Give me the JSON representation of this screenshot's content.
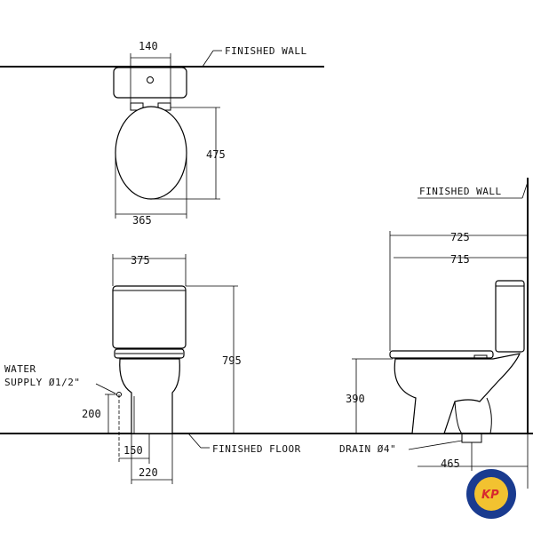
{
  "labels": {
    "finished_wall_top": "FINISHED  WALL",
    "finished_wall_side": "FINISHED  WALL",
    "finished_floor": "FINISHED  FLOOR",
    "water_supply_line1": "WATER",
    "water_supply_line2": "SUPPLY Ø1/2\"",
    "drain": "DRAIN Ø4\""
  },
  "dimensions": {
    "tank_width_top": "140",
    "seat_depth": "475",
    "seat_width": "365",
    "tank_width_front": "375",
    "total_height": "795",
    "supply_height": "200",
    "supply_offset": "150",
    "base_width": "220",
    "total_depth": "725",
    "body_depth": "715",
    "seat_height": "390",
    "drain_distance": "465"
  },
  "logo": {
    "text": "KP",
    "colors": {
      "ring": "#1a3b8f",
      "center": "#f2c230",
      "text": "#d7282f"
    }
  },
  "colors": {
    "line": "#000000",
    "background": "#ffffff"
  }
}
